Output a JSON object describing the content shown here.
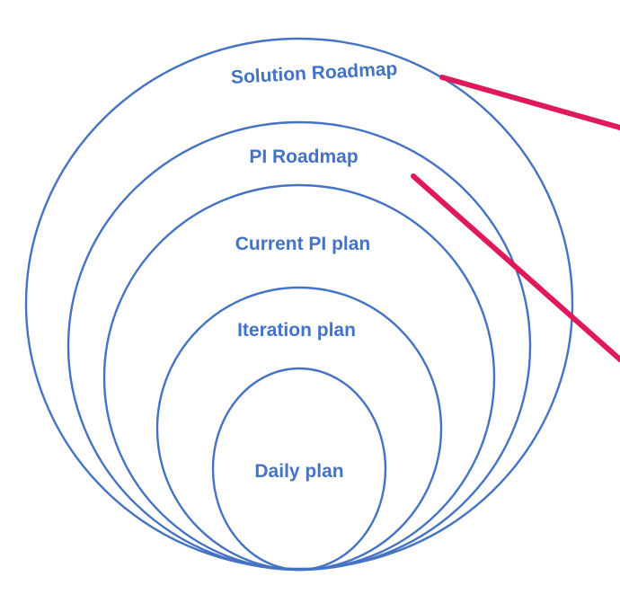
{
  "diagram": {
    "title": "",
    "levels": [
      {
        "label": "Solution Roadmap"
      },
      {
        "label": "PI Roadmap"
      },
      {
        "label": "Current PI plan"
      },
      {
        "label": "Iteration plan"
      },
      {
        "label": "Daily plan"
      }
    ]
  },
  "colors": {
    "ring": "#4472c4",
    "label": "#4472c4",
    "pointer": "#e0195a",
    "background": "#ffffff"
  }
}
